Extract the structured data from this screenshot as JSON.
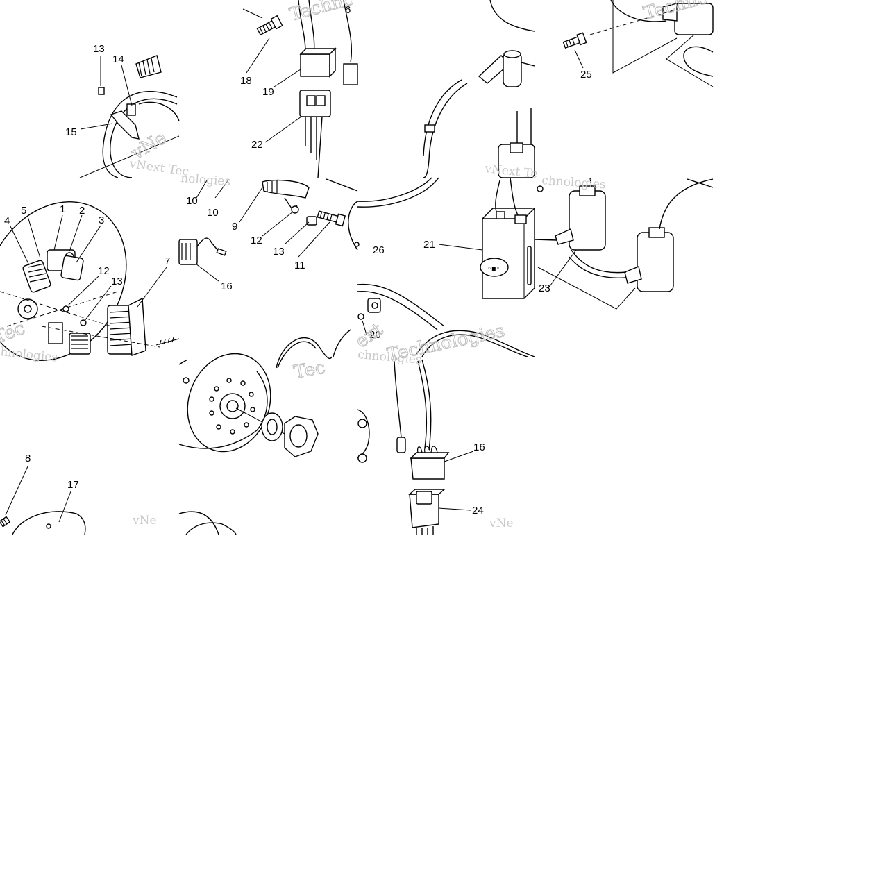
{
  "callouts": [
    {
      "id": "c13a",
      "text": "13"
    },
    {
      "id": "c14",
      "text": "14"
    },
    {
      "id": "c15",
      "text": "15"
    },
    {
      "id": "c18",
      "text": "18"
    },
    {
      "id": "c19",
      "text": "19"
    },
    {
      "id": "c22",
      "text": "22"
    },
    {
      "id": "c6",
      "text": "6"
    },
    {
      "id": "c25",
      "text": "25"
    },
    {
      "id": "c1",
      "text": "1"
    },
    {
      "id": "c2",
      "text": "2"
    },
    {
      "id": "c3",
      "text": "3"
    },
    {
      "id": "c4",
      "text": "4"
    },
    {
      "id": "c5",
      "text": "5"
    },
    {
      "id": "c7",
      "text": "7"
    },
    {
      "id": "c12a",
      "text": "12"
    },
    {
      "id": "c13b",
      "text": "13"
    },
    {
      "id": "c10a",
      "text": "10"
    },
    {
      "id": "c10b",
      "text": "10"
    },
    {
      "id": "c9",
      "text": "9"
    },
    {
      "id": "c12b",
      "text": "12"
    },
    {
      "id": "c13c",
      "text": "13"
    },
    {
      "id": "c11",
      "text": "11"
    },
    {
      "id": "c16a",
      "text": "16"
    },
    {
      "id": "c26",
      "text": "26"
    },
    {
      "id": "c21",
      "text": "21"
    },
    {
      "id": "c23",
      "text": "23"
    },
    {
      "id": "c20",
      "text": "20"
    },
    {
      "id": "c16b",
      "text": "16"
    },
    {
      "id": "c24",
      "text": "24"
    },
    {
      "id": "c8",
      "text": "8"
    },
    {
      "id": "c17",
      "text": "17"
    }
  ],
  "watermarks": {
    "vnext_tec": "vNext Tec",
    "vnext_te": "vNext Te",
    "vne": "vNe",
    "vnext": "vNe",
    "technologies": "Technologies",
    "hnologies": "hnologies",
    "nologies": "nologies",
    "chnologies": "chnologies",
    "tec": "Tec",
    "techno": "Techno",
    "ext": "ext"
  },
  "colors": {
    "background": "#ffffff",
    "line": "#000000",
    "watermark": "#c9c9c9"
  }
}
